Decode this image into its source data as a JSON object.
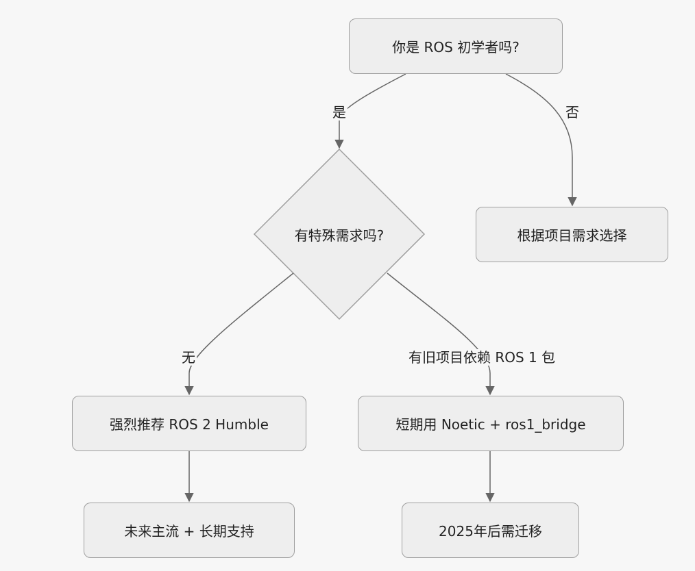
{
  "nodes": {
    "start": "你是 ROS 初学者吗?",
    "special": "有特殊需求吗?",
    "choose": "根据项目需求选择",
    "humble": "强烈推荐 ROS 2 Humble",
    "noetic": "短期用 Noetic + ros1_bridge",
    "future": "未来主流 + 长期支持",
    "migrate": "2025年后需迁移"
  },
  "edges": {
    "yes": "是",
    "no": "否",
    "none": "无",
    "legacy": "有旧项目依赖 ROS 1 包"
  },
  "colors": {
    "background": "#f7f7f7",
    "node_fill": "#eeeeee",
    "node_border": "#9e9e9e",
    "edge": "#666666"
  }
}
